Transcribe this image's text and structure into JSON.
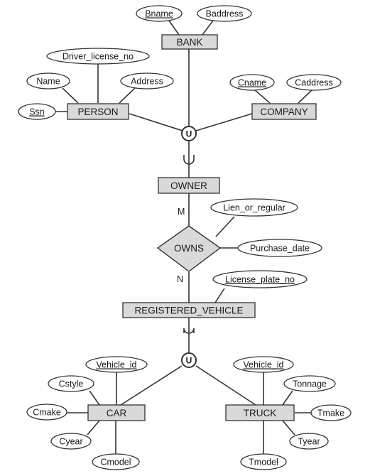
{
  "entities": {
    "bank": "BANK",
    "person": "PERSON",
    "company": "COMPANY",
    "owner": "OWNER",
    "registered_vehicle": "REGISTERED_VEHICLE",
    "car": "CAR",
    "truck": "TRUCK"
  },
  "relationships": {
    "owns": "OWNS"
  },
  "attributes": {
    "bname": "Bname",
    "baddress": "Baddress",
    "driver_license_no": "Driver_license_no",
    "name": "Name",
    "address": "Address",
    "ssn": "Ssn",
    "cname": "Cname",
    "caddress": "Caddress",
    "lien_or_regular": "Lien_or_regular",
    "purchase_date": "Purchase_date",
    "license_plate_no": "License_plate_no",
    "car_vehicle_id": "Vehicle_id",
    "cstyle": "Cstyle",
    "cmake": "Cmake",
    "cyear": "Cyear",
    "cmodel": "Cmodel",
    "truck_vehicle_id": "Vehicle_id",
    "tonnage": "Tonnage",
    "tmake": "Tmake",
    "tyear": "Tyear",
    "tmodel": "Tmodel"
  },
  "cardinality": {
    "m": "M",
    "n": "N"
  },
  "union_symbols": {
    "top": "U",
    "bottom": "U"
  }
}
